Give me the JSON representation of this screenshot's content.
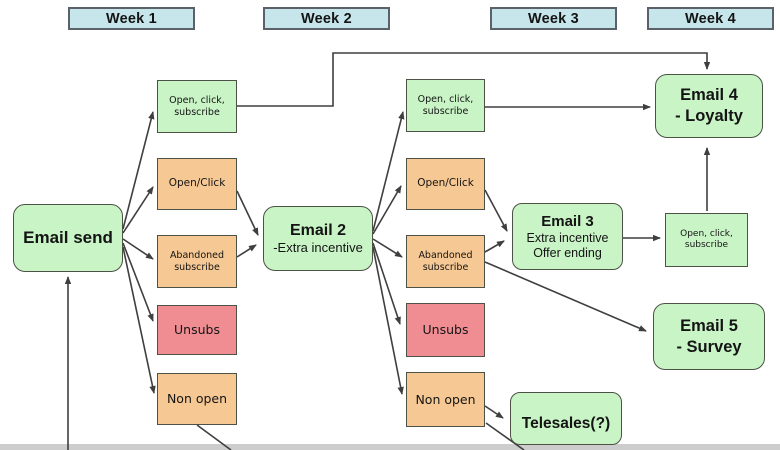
{
  "weeks": [
    {
      "label": "Week 1"
    },
    {
      "label": "Week 2"
    },
    {
      "label": "Week 3"
    },
    {
      "label": "Week 4"
    }
  ],
  "nodes": {
    "email_send": {
      "label": "Email send"
    },
    "w1_open_click_subscribe": {
      "line1": "Open, click,",
      "line2": "subscribe"
    },
    "w1_open_click": {
      "label": "Open/Click"
    },
    "w1_abandoned": {
      "line1": "Abandoned",
      "line2": "subscribe"
    },
    "w1_unsubs": {
      "label": "Unsubs"
    },
    "w1_non_open": {
      "label": "Non open"
    },
    "email2": {
      "title": "Email 2",
      "subtitle": "-Extra incentive"
    },
    "w3_open_click_subscribe": {
      "line1": "Open, click,",
      "line2": "subscribe"
    },
    "w3_open_click": {
      "label": "Open/Click"
    },
    "w3_abandoned": {
      "line1": "Abandoned",
      "line2": "subscribe"
    },
    "w3_unsubs": {
      "label": "Unsubs"
    },
    "w3_non_open": {
      "label": "Non open"
    },
    "email3": {
      "title": "Email 3",
      "line1": "Extra incentive",
      "line2": "Offer ending"
    },
    "w4_open_click_subscribe": {
      "line1": "Open, click,",
      "line2": "subscribe"
    },
    "email4": {
      "title": "Email 4",
      "subtitle": "- Loyalty"
    },
    "email5": {
      "title": "Email 5",
      "subtitle": "- Survey"
    },
    "telesales": {
      "label": "Telesales(?)"
    }
  },
  "colors": {
    "green": "#c9f4c6",
    "orange": "#f6c893",
    "red": "#f08d93",
    "blue": "#c7e6ec",
    "line": "#3f3f3f"
  }
}
